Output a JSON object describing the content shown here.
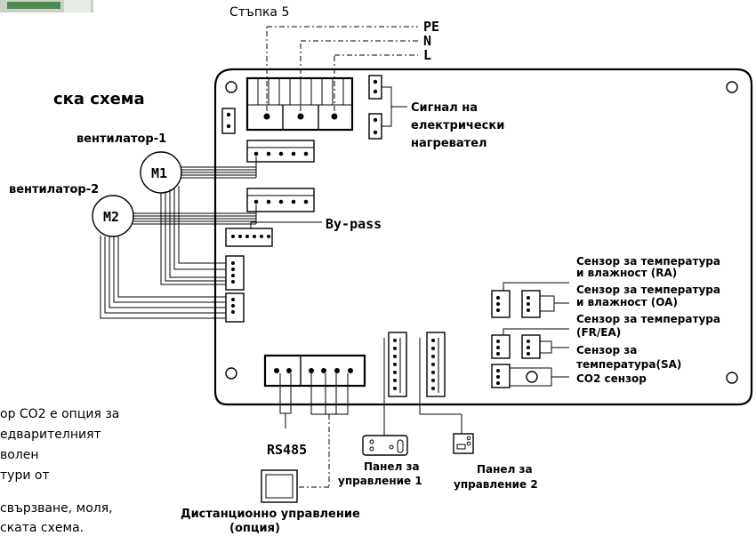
{
  "labels": {
    "step": "Стъпка 5",
    "pe": "PE",
    "n": "N",
    "l": "L",
    "title_fragment": "ска схема",
    "fan1": "вентилатор-1",
    "fan2": "вентилатор-2",
    "m1": "M1",
    "m2": "M2",
    "heater_line1": "Сигнал на",
    "heater_line2": "електрически",
    "heater_line3": "нагревател",
    "bypass": "By-pass",
    "sensor_ra_1": "Сензор за температура",
    "sensor_ra_2": "и влажност (RA)",
    "sensor_oa_1": "Сензор за температура",
    "sensor_oa_2": "и влажност (OA)",
    "sensor_fr_1": "Сензор за температура",
    "sensor_fr_2": "(FR/EA)",
    "sensor_sa_1": "Сензор за",
    "sensor_sa_2": "температура(SA)",
    "co2": "CO2 сензор",
    "rs485": "RS485",
    "panel1_1": "Панел за",
    "panel1_2": "управление 1",
    "panel2_1": "Панел за",
    "panel2_2": "управление 2",
    "remote_1": "Дистанционно управление",
    "remote_2": "(опция)"
  },
  "note_lines": [
    "ор CO2 е опция за",
    "едварителният",
    "волен",
    "тури от",
    "свързване, моля,",
    "ската схема."
  ]
}
